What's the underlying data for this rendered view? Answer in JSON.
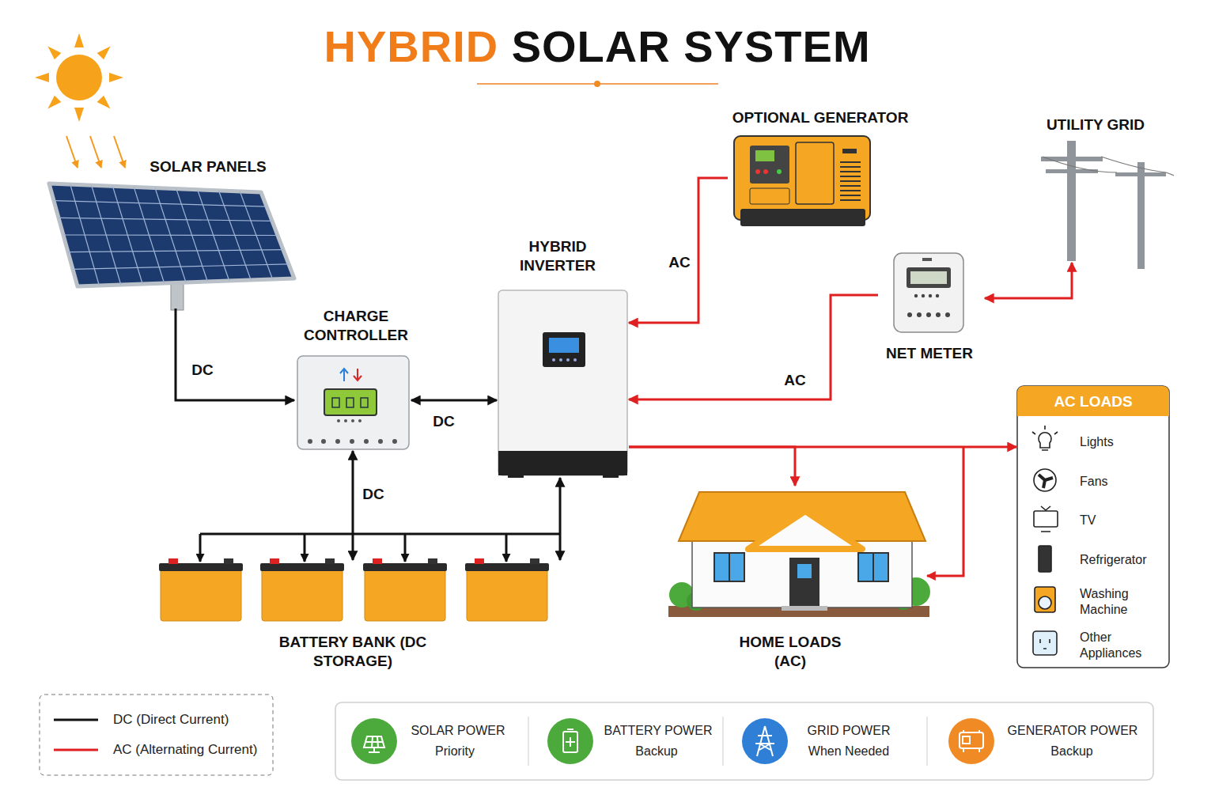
{
  "diagram": {
    "title": "HYBRID SOLAR SYSTEM",
    "nodes": [
      {
        "text": [
          "SOLAR PANELS"
        ]
      },
      {
        "text": [
          "OPTIONAL GENERATOR"
        ]
      },
      {
        "text": [
          "UTILITY GRID"
        ]
      },
      {
        "text": [
          "HYBRID INVERTER"
        ]
      },
      {
        "text": [
          "CHARGE CONTROLLER"
        ]
      },
      {
        "text": [
          "NET METER"
        ]
      },
      {
        "text": [
          "AC LOADS",
          "Lights",
          "Fans",
          "TV",
          "Refrigerator",
          "Washing Machine",
          "Other Appliances"
        ]
      },
      {
        "text": [
          "BATTERY BANK (DC STORAGE)"
        ]
      },
      {
        "text": [
          "HOME LOADS (AC)"
        ]
      }
    ],
    "edges": [
      {
        "from": 0,
        "to": 4,
        "arrow": "to",
        "label": "DC"
      },
      {
        "from": 4,
        "to": 3,
        "arrow": "both",
        "label": "DC"
      },
      {
        "from": 4,
        "to": 7,
        "arrow": "both",
        "label": "DC"
      },
      {
        "from": 3,
        "to": 7,
        "arrow": "both"
      },
      {
        "from": 1,
        "to": 3,
        "arrow": "to",
        "label": "AC"
      },
      {
        "from": 5,
        "to": 3,
        "arrow": "to",
        "label": "AC"
      },
      {
        "from": 5,
        "to": 2,
        "arrow": "both"
      },
      {
        "from": 3,
        "to": 8,
        "arrow": "to"
      },
      {
        "from": 3,
        "to": 6,
        "arrow": "to"
      }
    ],
    "labels": [
      "SOLAR POWER",
      "Priority",
      "BATTERY POWER",
      "Backup",
      "GRID POWER",
      "When Needed",
      "GENERATOR POWER",
      "Backup"
    ],
    "legend": [
      {
        "text": "DC (Direct Current)"
      },
      {
        "text": "AC (Alternating Current)"
      }
    ]
  }
}
